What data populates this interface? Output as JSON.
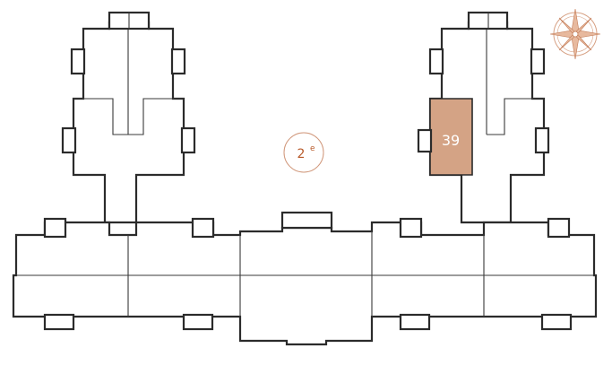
{
  "floor": {
    "number": "2",
    "suffix": "e"
  },
  "selected_unit": {
    "label": "39",
    "color": "#d4a385"
  },
  "accent_color": "#b85a2a",
  "compass": {
    "icon": "compass-rose-icon"
  },
  "units": [
    {
      "id": "u-a",
      "label": ""
    },
    {
      "id": "u-b",
      "label": ""
    },
    {
      "id": "u-c",
      "label": ""
    },
    {
      "id": "u-d",
      "label": ""
    },
    {
      "id": "u-e",
      "label": ""
    },
    {
      "id": "u-f",
      "label": ""
    },
    {
      "id": "u-g",
      "label": ""
    },
    {
      "id": "u-h",
      "label": ""
    },
    {
      "id": "u-i",
      "label": ""
    },
    {
      "id": "u-j",
      "label": ""
    },
    {
      "id": "u-k",
      "label": ""
    }
  ]
}
